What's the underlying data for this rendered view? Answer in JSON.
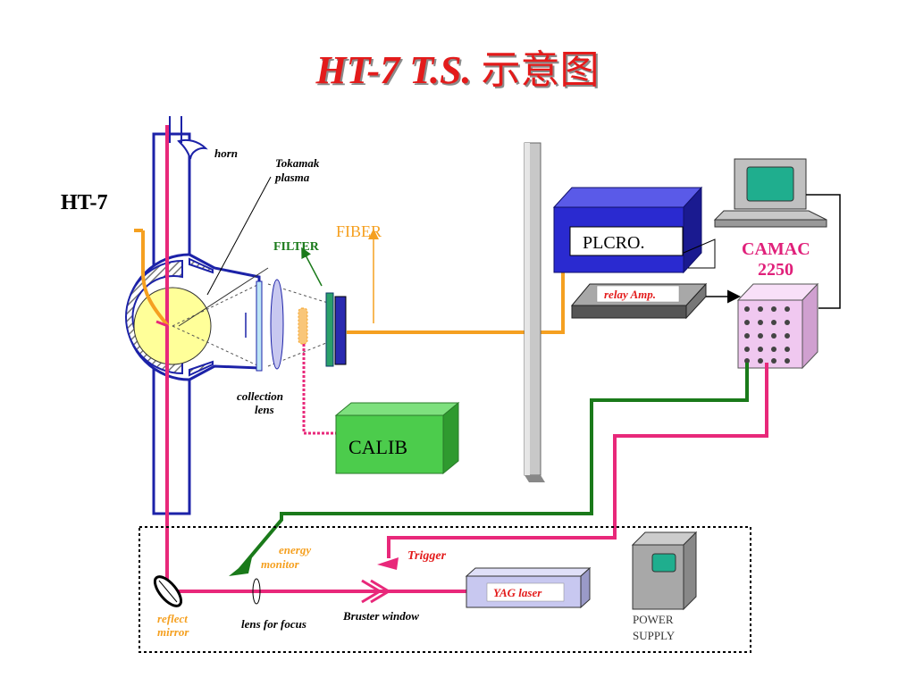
{
  "title": {
    "main": "HT-7 T.S.",
    "chinese": "示意图"
  },
  "labels": {
    "ht7": "HT-7",
    "horn": "horn",
    "tokamak_1": "Tokamak",
    "tokamak_2": "plasma",
    "fiber": "FIBER",
    "filter": "FILTER",
    "collection_1": "collection",
    "collection_2": "lens",
    "calib": "CALIB",
    "plcro": "PLCRO.",
    "relay": "relay Amp.",
    "camac_1": "CAMAC",
    "camac_2": "2250",
    "energy_1": "energy",
    "energy_2": "monitor",
    "trigger": "Trigger",
    "yag": "YAG laser",
    "reflect_1": "reflect",
    "reflect_2": "mirror",
    "lens_focus": "lens for focus",
    "bruster": "Bruster window",
    "power_1": "POWER",
    "power_2": "SUPPLY"
  },
  "colors": {
    "title": "#e31b1b",
    "vessel": "#1c22a8",
    "plasma": "#ffff99",
    "laser_beam": "#e8287a",
    "fiber": "#f5a020",
    "green_signal": "#1a7a1a",
    "calib_box": "#4ccc4c",
    "plcro_box": "#2a2ad0",
    "camac_box": "#f0c8f0"
  }
}
